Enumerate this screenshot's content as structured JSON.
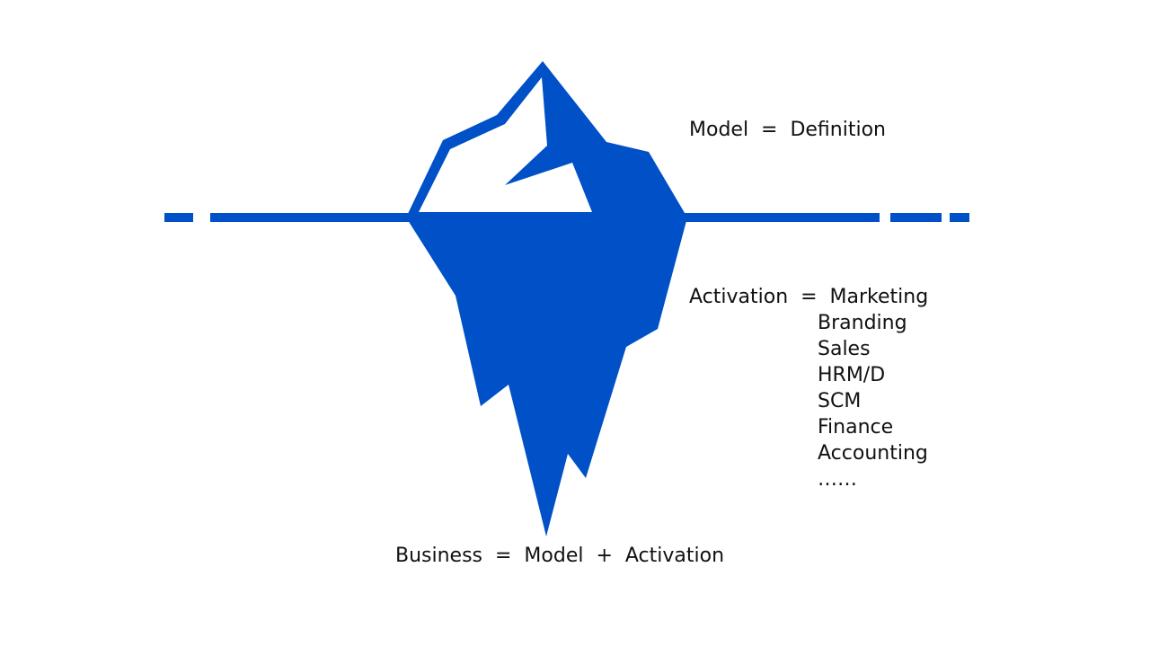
{
  "colors": {
    "accent": "#0050C8",
    "background": "#FFFFFF",
    "text": "#111111"
  },
  "diagram": {
    "model_label": "Model  =  Definition",
    "activation_label": "Activation  =  Marketing",
    "activation_items": [
      "Branding",
      "Sales",
      "HRM/D",
      "SCM",
      "Finance",
      "Accounting",
      "……"
    ],
    "business_label": "Business  =  Model  +  Activation"
  }
}
